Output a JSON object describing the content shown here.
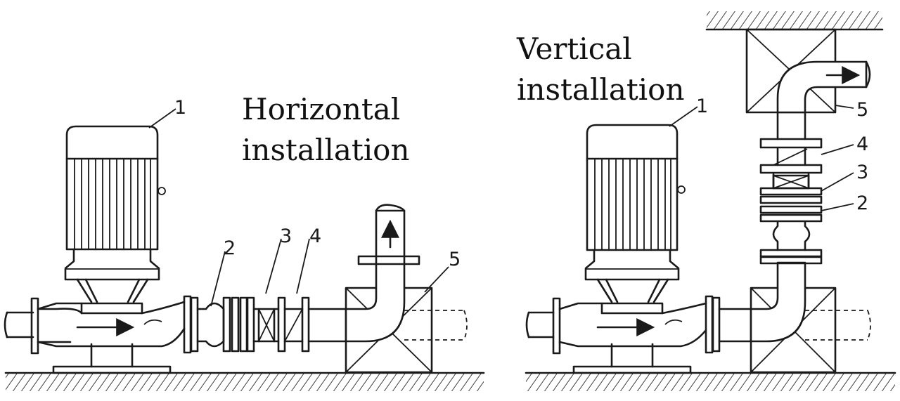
{
  "labels": {
    "horizontal": {
      "title_line1": "Horizontal",
      "title_line2": "installation",
      "callouts": [
        "1",
        "2",
        "3",
        "4",
        "5"
      ]
    },
    "vertical": {
      "title_line1": "Vertical",
      "title_line2": "installation",
      "callouts": [
        "1",
        "2",
        "3",
        "4",
        "5"
      ]
    }
  }
}
